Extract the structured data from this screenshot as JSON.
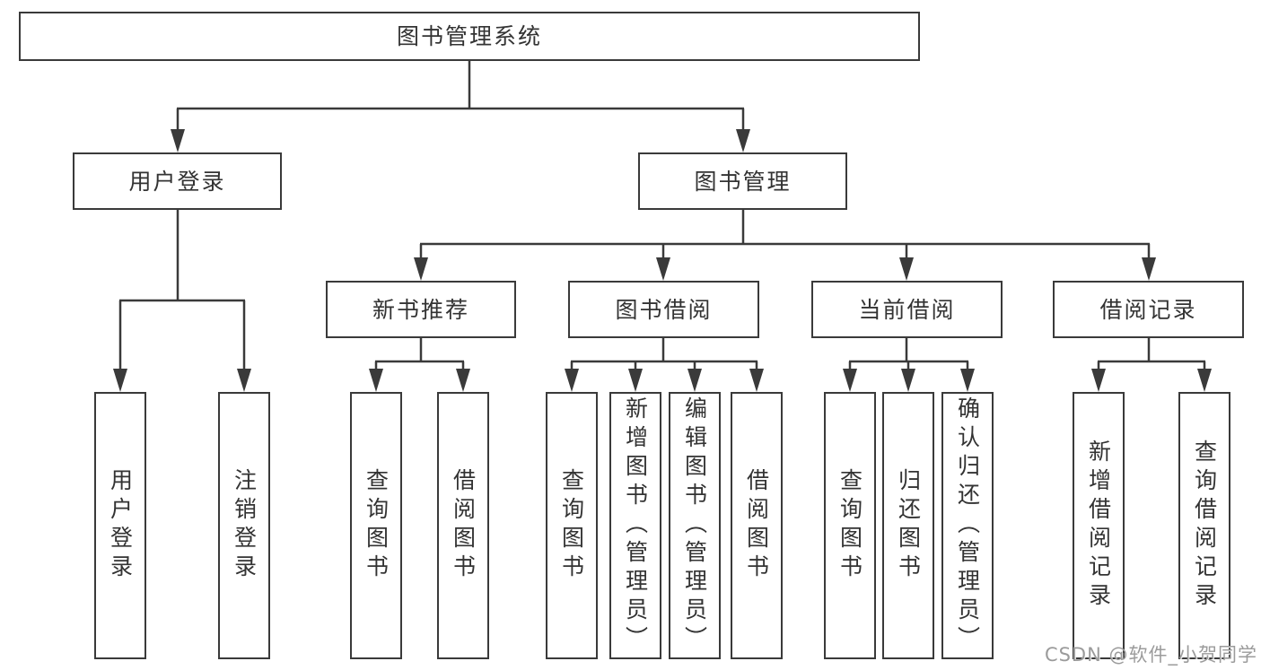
{
  "colors": {
    "line": "#3a3a3a",
    "text": "#333333",
    "watermark": "#9b9b9b",
    "background": "#ffffff"
  },
  "tree": {
    "root": {
      "label": "图书管理系统",
      "children": [
        {
          "label": "用户登录",
          "children": [
            {
              "label": "用户登录"
            },
            {
              "label": "注销登录"
            }
          ]
        },
        {
          "label": "图书管理",
          "children": [
            {
              "label": "新书推荐",
              "children": [
                {
                  "label": "查询图书"
                },
                {
                  "label": "借阅图书"
                }
              ]
            },
            {
              "label": "图书借阅",
              "children": [
                {
                  "label": "查询图书"
                },
                {
                  "label": "新增图书（管理员）"
                },
                {
                  "label": "编辑图书（管理员）"
                },
                {
                  "label": "借阅图书"
                }
              ]
            },
            {
              "label": "当前借阅",
              "children": [
                {
                  "label": "查询图书"
                },
                {
                  "label": "归还图书"
                },
                {
                  "label": "确认归还（管理员）"
                }
              ]
            },
            {
              "label": "借阅记录",
              "children": [
                {
                  "label": "新增借阅记录"
                },
                {
                  "label": "查询借阅记录"
                }
              ]
            }
          ]
        }
      ]
    }
  },
  "watermark": "CSDN @软件_小贺同学"
}
